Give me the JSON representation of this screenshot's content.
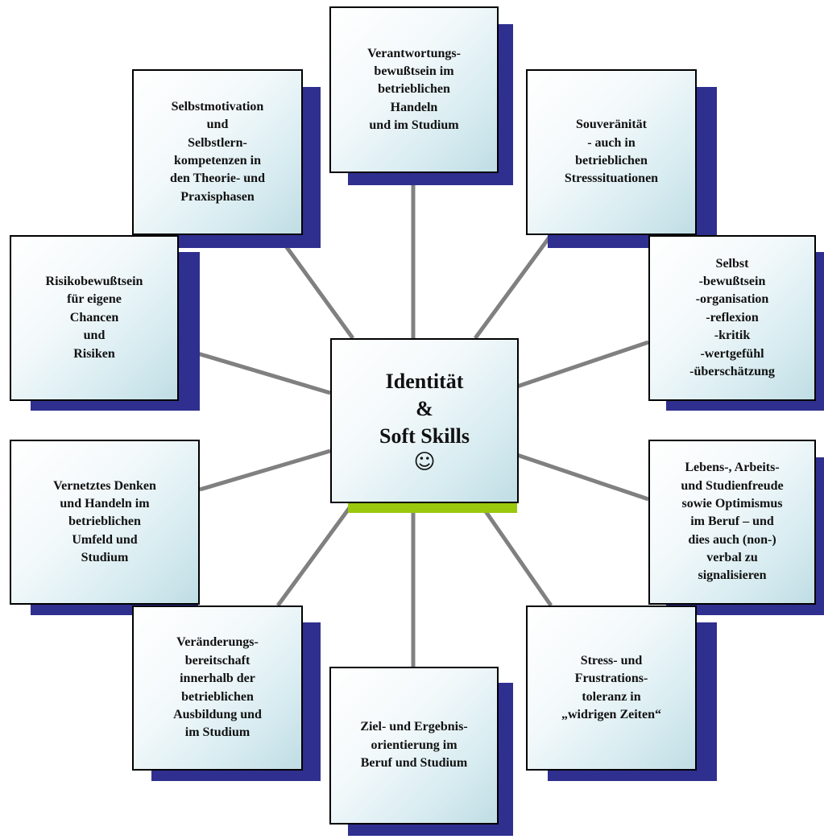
{
  "colors": {
    "shadow": "#2f2f8f",
    "center_shadow": "#9ac80c",
    "connector": "#808080",
    "border": "#000000",
    "fill_light": "#ffffff",
    "fill_dark": "#bfdde4"
  },
  "center": {
    "title": "Identität\n&\nSoft Skills",
    "icon": "smiley-icon",
    "icon_glyph": "☺"
  },
  "boxes": [
    {
      "id": "top",
      "text": "Verantwortungs-\nbewußtsein im\nbetrieblichen\nHandeln\nund  im Studium"
    },
    {
      "id": "top-left",
      "text": "Selbstmotivation\nund\nSelbstlern-\nkompetenzen in\nden Theorie- und\nPraxisphasen"
    },
    {
      "id": "top-right",
      "text": "Souveränität\n- auch in\nbetrieblichen\nStresssituationen"
    },
    {
      "id": "left-upper",
      "text": "Risikobewußtsein\nfür eigene\nChancen\nund\nRisiken"
    },
    {
      "id": "right-upper",
      "text": "Selbst\n-bewußtsein\n-organisation\n-reflexion\n-kritik\n-wertgefühl\n-überschätzung"
    },
    {
      "id": "left-lower",
      "text": "Vernetztes Denken\nund Handeln im\nbetrieblichen\nUmfeld  und\nStudium"
    },
    {
      "id": "right-lower",
      "text": "Lebens-, Arbeits-\nund Studienfreude\nsowie Optimismus\nim Beruf – und\ndies auch (non-)\nverbal zu\nsignalisieren"
    },
    {
      "id": "bottom-left",
      "text": "Veränderungs-\nbereitschaft\ninnerhalb der\nbetrieblichen\nAusbildung und\nim Studium"
    },
    {
      "id": "bottom",
      "text": "Ziel- und Ergebnis-\norientierung im\nBeruf und Studium"
    },
    {
      "id": "bottom-right",
      "text": "Stress- und\nFrustrations-\ntoleranz in\n„widrigen Zeiten“"
    }
  ]
}
